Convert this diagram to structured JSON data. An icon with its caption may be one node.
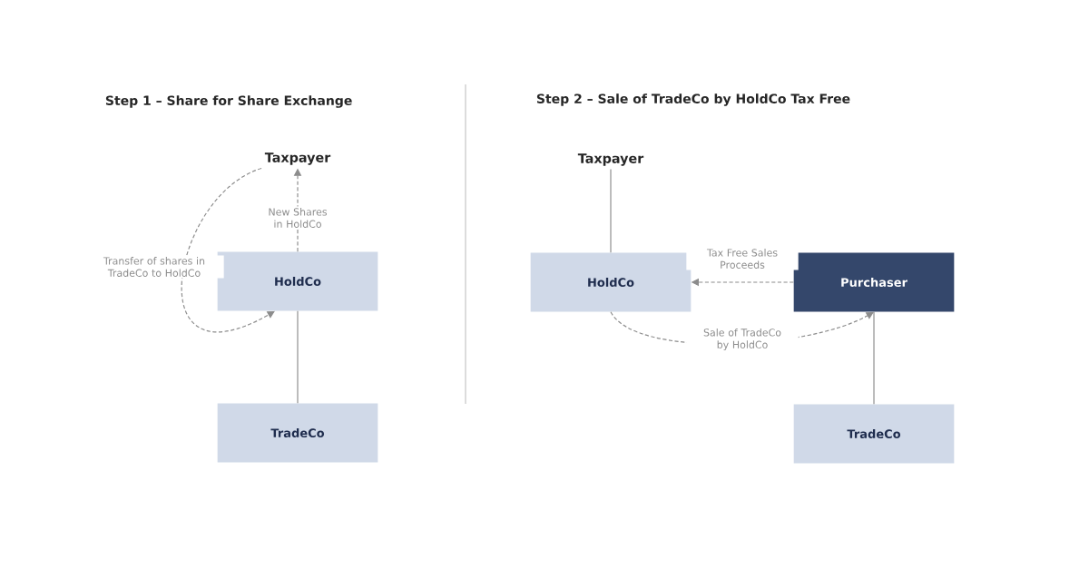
{
  "diagram": {
    "nodes": [
      {
        "text": [
          "Taxpayer"
        ]
      },
      {
        "text": [
          "HoldCo"
        ]
      },
      {
        "text": [
          "TradeCo"
        ]
      },
      {
        "text": [
          "Taxpayer"
        ]
      },
      {
        "text": [
          "HoldCo"
        ]
      },
      {
        "text": [
          "Purchaser"
        ]
      },
      {
        "text": [
          "TradeCo"
        ]
      }
    ],
    "edges": [
      {
        "from": 1,
        "to": 0,
        "arrow": "to",
        "style": "dashed",
        "label": "New Shares in HoldCo"
      },
      {
        "from": 2,
        "to": 1,
        "arrow": "none"
      },
      {
        "from": 0,
        "to": 1,
        "arrow": "to",
        "style": "dashed",
        "label": "Transfer of shares in TradeCo to HoldCo"
      },
      {
        "from": 3,
        "to": 4,
        "arrow": "none"
      },
      {
        "from": 5,
        "to": 4,
        "arrow": "to",
        "style": "dashed",
        "label": "Tax Free Sales Proceeds"
      },
      {
        "from": 4,
        "to": 5,
        "arrow": "to",
        "style": "dashed",
        "label": "Sale of TradeCo by HoldCo"
      },
      {
        "from": 6,
        "to": 5,
        "arrow": "none"
      }
    ],
    "labels": [
      "Step 1 – Share for Share Exchange",
      "Step 2 – Sale of TradeCo by HoldCo Tax Free"
    ]
  }
}
